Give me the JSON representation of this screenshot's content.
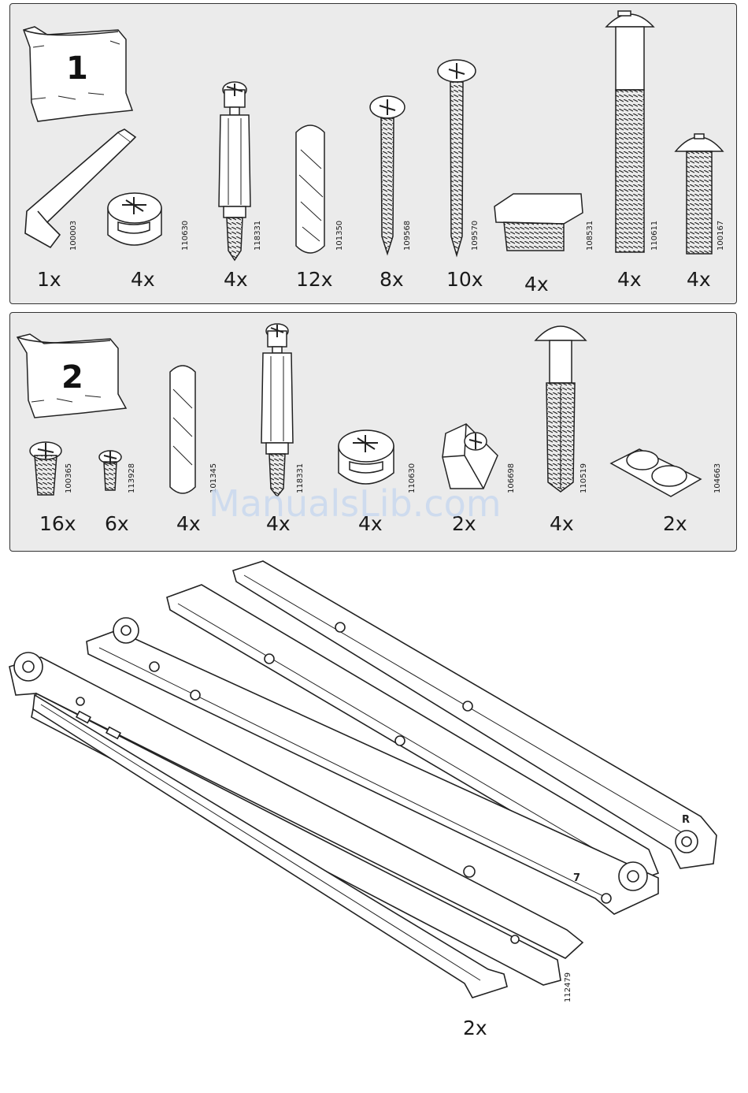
{
  "bag1": {
    "number": "1",
    "items": [
      {
        "code": "100003",
        "qty": "1x",
        "icon": "allen-key-icon"
      },
      {
        "code": "110630",
        "qty": "4x",
        "icon": "cam-lock-icon"
      },
      {
        "code": "118331",
        "qty": "4x",
        "icon": "cam-bolt-icon"
      },
      {
        "code": "101350",
        "qty": "12x",
        "icon": "wood-dowel-icon"
      },
      {
        "code": "109568",
        "qty": "8x",
        "icon": "screw-icon"
      },
      {
        "code": "109570",
        "qty": "10x",
        "icon": "long-screw-icon"
      },
      {
        "code": "108531",
        "qty": "4x",
        "icon": "end-cap-icon"
      },
      {
        "code": "110611",
        "qty": "4x",
        "icon": "long-bolt-icon"
      },
      {
        "code": "100167",
        "qty": "4x",
        "icon": "short-bolt-icon"
      }
    ]
  },
  "bag2": {
    "number": "2",
    "items": [
      {
        "code": "100365",
        "qty": "16x",
        "icon": "euro-screw-icon"
      },
      {
        "code": "113928",
        "qty": "6x",
        "icon": "small-screw-icon"
      },
      {
        "code": "101345",
        "qty": "4x",
        "icon": "wood-dowel-icon"
      },
      {
        "code": "118331",
        "qty": "4x",
        "icon": "cam-bolt-icon"
      },
      {
        "code": "110630",
        "qty": "4x",
        "icon": "cam-lock-icon"
      },
      {
        "code": "106698",
        "qty": "2x",
        "icon": "corner-bracket-icon"
      },
      {
        "code": "110519",
        "qty": "4x",
        "icon": "wall-plug-bolt-icon"
      },
      {
        "code": "104663",
        "qty": "2x",
        "icon": "felt-pads-icon"
      }
    ]
  },
  "slides": {
    "code": "112479",
    "qty": "2x",
    "icon": "drawer-runners-icon",
    "markings": [
      "7",
      "R"
    ]
  },
  "watermark": "ManualsLib.com"
}
